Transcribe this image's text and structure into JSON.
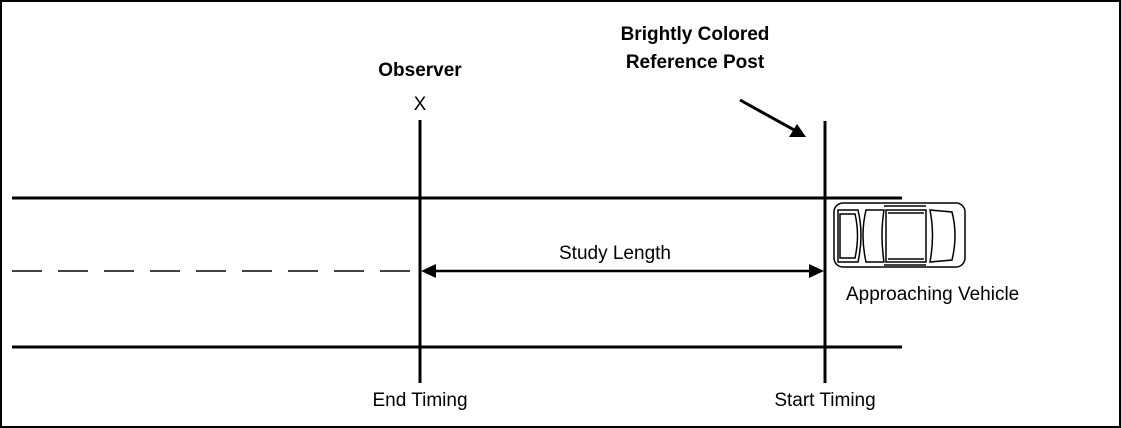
{
  "labels": {
    "observer": "Observer",
    "observer_mark": "X",
    "reference_post_line1": "Brightly Colored",
    "reference_post_line2": "Reference Post",
    "study_length": "Study Length",
    "approaching_vehicle": "Approaching Vehicle",
    "end_timing": "End Timing",
    "start_timing": "Start Timing"
  },
  "colors": {
    "ink": "#000000",
    "background": "#ffffff"
  }
}
